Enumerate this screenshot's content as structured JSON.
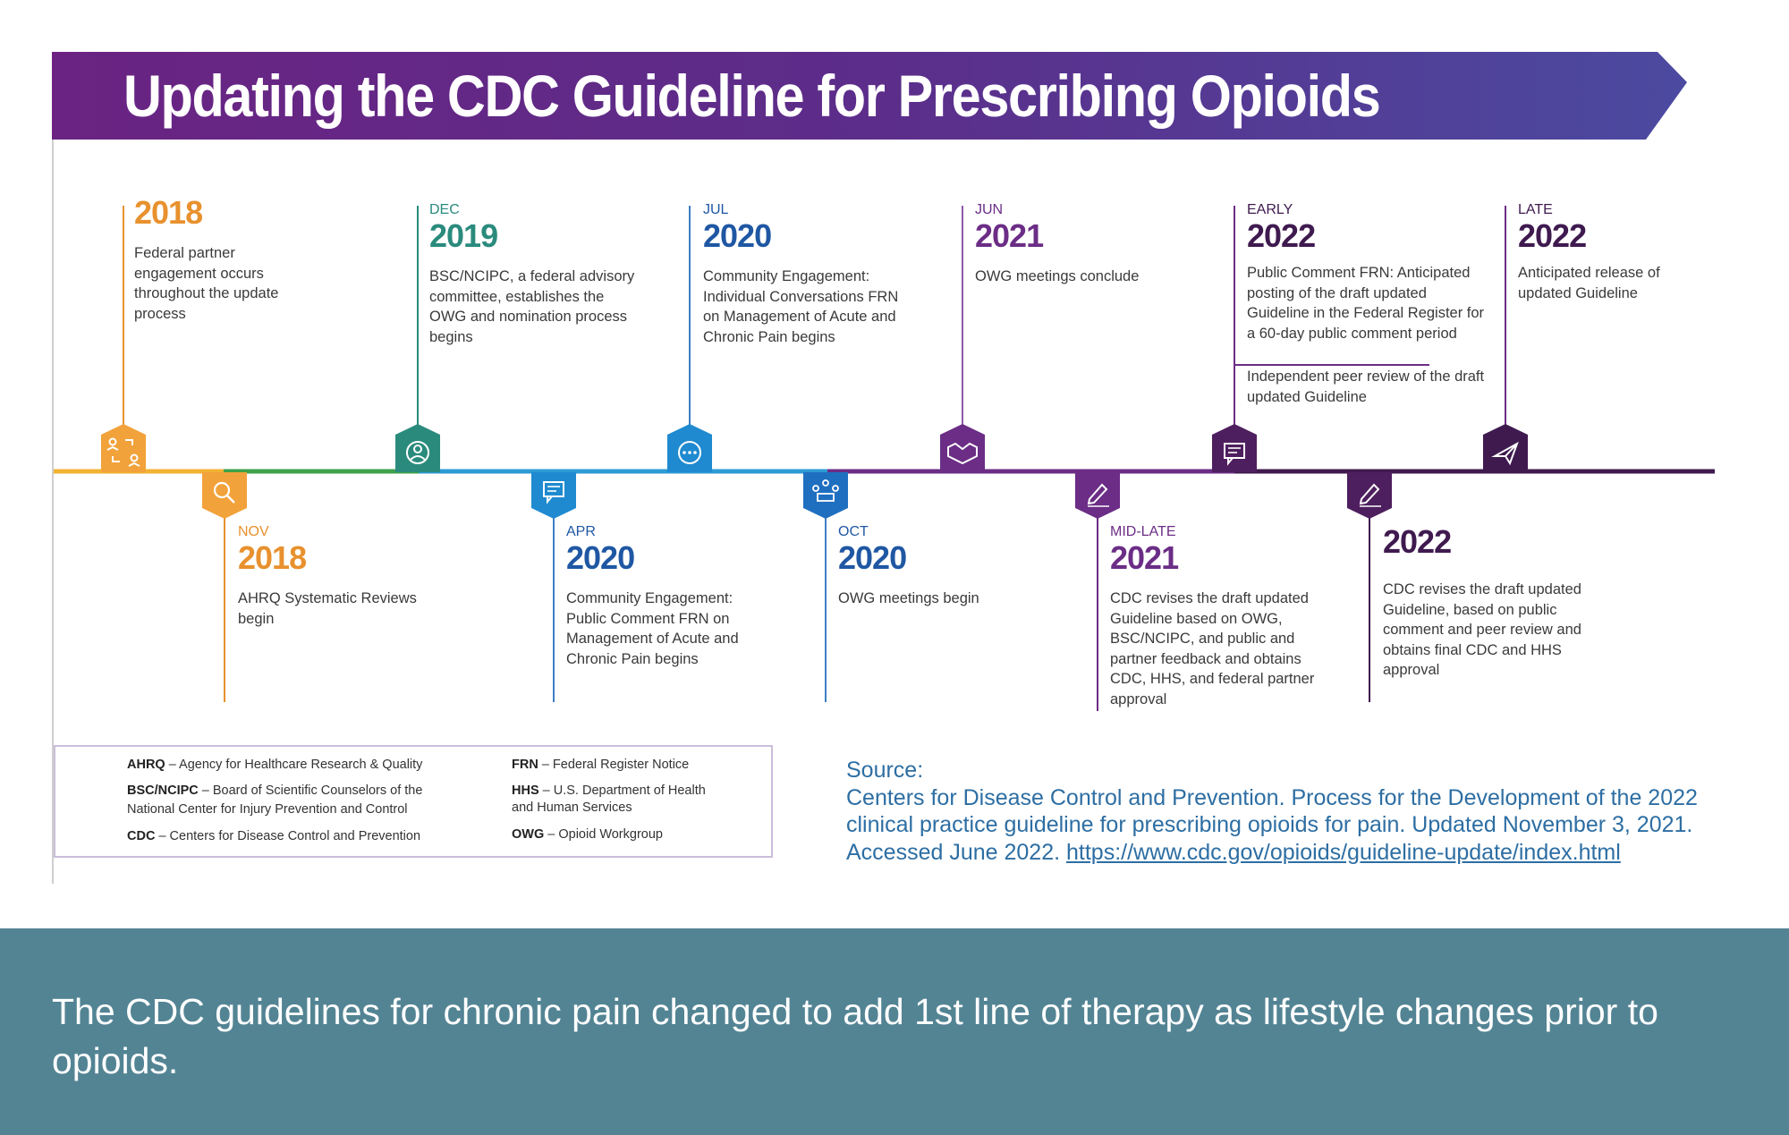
{
  "banner": {
    "title": "Updating the CDC Guideline for Prescribing Opioids"
  },
  "colors": {
    "orange": "#e8912e",
    "teal": "#2a8b7d",
    "blue": "#1f57a3",
    "purple": "#6b2d86",
    "darkpurple": "#3f1a4f",
    "source_blue": "#2d6ea3",
    "footer_bg": "#538494"
  },
  "events_top": [
    {
      "label": "",
      "year": "2018",
      "desc": "Federal partner engagement occurs throughout the update process",
      "icon": "people-exchange-icon"
    },
    {
      "label": "DEC",
      "year": "2019",
      "desc": "BSC/NCIPC, a federal advisory committee, establishes the OWG and nomination process begins",
      "icon": "person-circle-icon"
    },
    {
      "label": "JUL",
      "year": "2020",
      "desc": "Community Engagement: Individual Conversations FRN on Management of Acute and Chronic Pain begins",
      "icon": "chat-bubble-icon"
    },
    {
      "label": "JUN",
      "year": "2021",
      "desc": "OWG meetings conclude",
      "icon": "handshake-icon"
    },
    {
      "label": "EARLY",
      "year": "2022",
      "desc": "Public Comment FRN: Anticipated posting of the draft updated Guideline in the Federal Register for a 60-day public comment period",
      "desc2": "Independent peer review of the draft updated Guideline",
      "icon": "comment-icon"
    },
    {
      "label": "LATE",
      "year": "2022",
      "desc": "Anticipated release of updated Guideline",
      "icon": "paper-plane-icon"
    }
  ],
  "events_bottom": [
    {
      "label": "NOV",
      "year": "2018",
      "desc": "AHRQ Systematic Reviews begin",
      "icon": "magnifier-icon"
    },
    {
      "label": "APR",
      "year": "2020",
      "desc": "Community Engagement: Public Comment FRN on Management of Acute and Chronic Pain begins",
      "icon": "comment-icon"
    },
    {
      "label": "OCT",
      "year": "2020",
      "desc": "OWG meetings begin",
      "icon": "group-meeting-icon"
    },
    {
      "label": "MID-LATE",
      "year": "2021",
      "desc": "CDC revises the draft updated Guideline based on OWG, BSC/NCIPC, and public and partner feedback and obtains CDC, HHS, and federal partner approval",
      "icon": "pencil-icon"
    },
    {
      "label": "",
      "year": "2022",
      "desc": "CDC revises the draft updated Guideline, based on public comment and peer review and obtains final CDC and HHS approval",
      "icon": "pencil-icon"
    }
  ],
  "glossary": [
    {
      "abbr": "AHRQ",
      "def": " – Agency for Healthcare Research & Quality"
    },
    {
      "abbr": "BSC/NCIPC",
      "def": " – Board of Scientific Counselors of the",
      "def2": "National Center for Injury Prevention and Control"
    },
    {
      "abbr": "CDC",
      "def": " – Centers for Disease Control and Prevention"
    },
    {
      "abbr": "FRN",
      "def": " – Federal Register Notice"
    },
    {
      "abbr": "HHS",
      "def": " – U.S. Department of Health",
      "def2": "and Human Services"
    },
    {
      "abbr": "OWG",
      "def": " – Opioid Workgroup"
    }
  ],
  "source": {
    "heading": "Source:",
    "text": "Centers for Disease Control and Prevention. Process for the Development of the 2022 clinical practice guideline for prescribing opioids for pain. Updated November  3, 2021. Accessed June 2022. ",
    "link": "https://www.cdc.gov/opioids/guideline-update/index.html"
  },
  "footer": {
    "text": "The CDC guidelines for chronic pain changed to add 1st line of therapy as lifestyle changes prior to opioids."
  }
}
